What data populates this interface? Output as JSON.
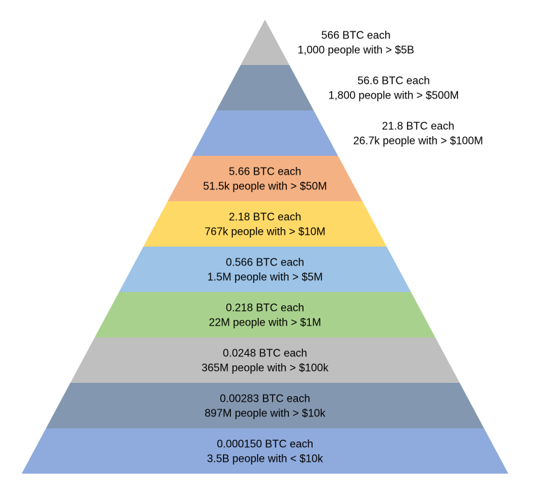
{
  "pyramid": {
    "tiers": [
      {
        "line1": "566 BTC each",
        "line2": "1,000 people with > $5B",
        "color": "#bfbfbf",
        "label_outside": true
      },
      {
        "line1": "56.6 BTC each",
        "line2": "1,800 people with > $500M",
        "color": "#8497b0",
        "label_outside": true
      },
      {
        "line1": "21.8 BTC each",
        "line2": "26.7k people with > $100M",
        "color": "#8faadc",
        "label_outside": true
      },
      {
        "line1": "5.66 BTC each",
        "line2": "51.5k people with > $50M",
        "color": "#f4b183",
        "label_outside": false
      },
      {
        "line1": "2.18 BTC each",
        "line2": "767k people with > $10M",
        "color": "#ffd966",
        "label_outside": false
      },
      {
        "line1": "0.566 BTC each",
        "line2": "1.5M people with > $5M",
        "color": "#9dc3e6",
        "label_outside": false
      },
      {
        "line1": "0.218 BTC each",
        "line2": "22M people with > $1M",
        "color": "#a9d18e",
        "label_outside": false
      },
      {
        "line1": "0.0248 BTC each",
        "line2": "365M people with > $100k",
        "color": "#bfbfbf",
        "label_outside": false
      },
      {
        "line1": "0.00283 BTC each",
        "line2": "897M people with > $10k",
        "color": "#8497b0",
        "label_outside": false
      },
      {
        "line1": "0.000150 BTC each",
        "line2": "3.5B people with < $10k",
        "color": "#8faadc",
        "label_outside": false
      }
    ]
  }
}
